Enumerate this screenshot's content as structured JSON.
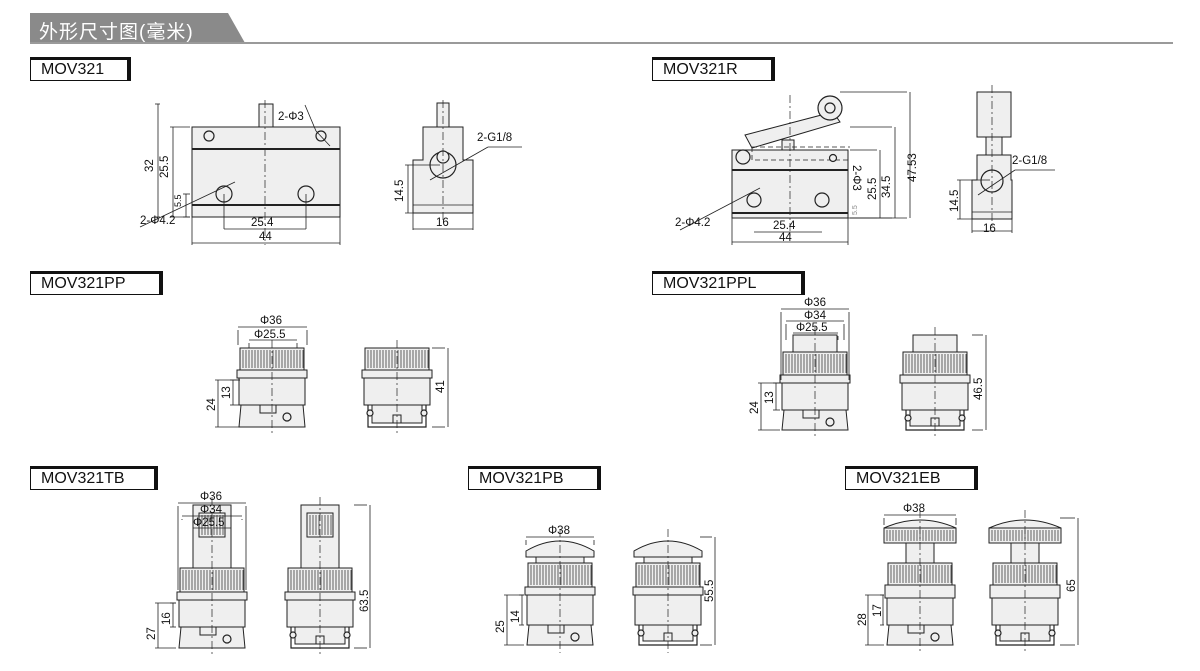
{
  "header": {
    "title": "外形尺寸图(毫米)"
  },
  "models": {
    "mov321": {
      "label": "MOV321",
      "dims": {
        "h32": "32",
        "h25_5": "25.5",
        "h5_5": "5.5",
        "holes_small": "2-Φ3",
        "holes_large": "2-Φ4.2",
        "w25_4": "25.4",
        "w44": "44",
        "port": "2-G1/8",
        "h14_5": "14.5",
        "w16": "16"
      }
    },
    "mov321r": {
      "label": "MOV321R",
      "dims": {
        "h47_53": "47.53",
        "h34_5": "34.5",
        "h25_5": "25.5",
        "holes_small": "2-Φ3",
        "h5_5": "5.5",
        "holes_large": "2-Φ4.2",
        "w25_4": "25.4",
        "w44": "44",
        "port": "2-G1/8",
        "h14_5": "14.5",
        "w16": "16"
      }
    },
    "mov321pp": {
      "label": "MOV321PP",
      "dims": {
        "d36": "Φ36",
        "d25_5": "Φ25.5",
        "h24": "24",
        "h13": "13",
        "h41": "41"
      }
    },
    "mov321ppl": {
      "label": "MOV321PPL",
      "dims": {
        "d36": "Φ36",
        "d34": "Φ34",
        "d25_5": "Φ25.5",
        "h24": "24",
        "h13": "13",
        "h46_5": "46.5"
      }
    },
    "mov321tb": {
      "label": "MOV321TB",
      "dims": {
        "d36": "Φ36",
        "d34": "Φ34",
        "d25_5": "Φ25.5",
        "h27": "27",
        "h16": "16",
        "h63_5": "63.5"
      }
    },
    "mov321pb": {
      "label": "MOV321PB",
      "dims": {
        "d38": "Φ38",
        "h25": "25",
        "h14": "14",
        "h55_5": "55.5"
      }
    },
    "mov321eb": {
      "label": "MOV321EB",
      "dims": {
        "d38": "Φ38",
        "h28": "28",
        "h17": "17",
        "h65": "65"
      }
    }
  },
  "colors": {
    "header_bg": "#8a8a8a",
    "part_fill": "#efefef",
    "line": "#222222"
  }
}
